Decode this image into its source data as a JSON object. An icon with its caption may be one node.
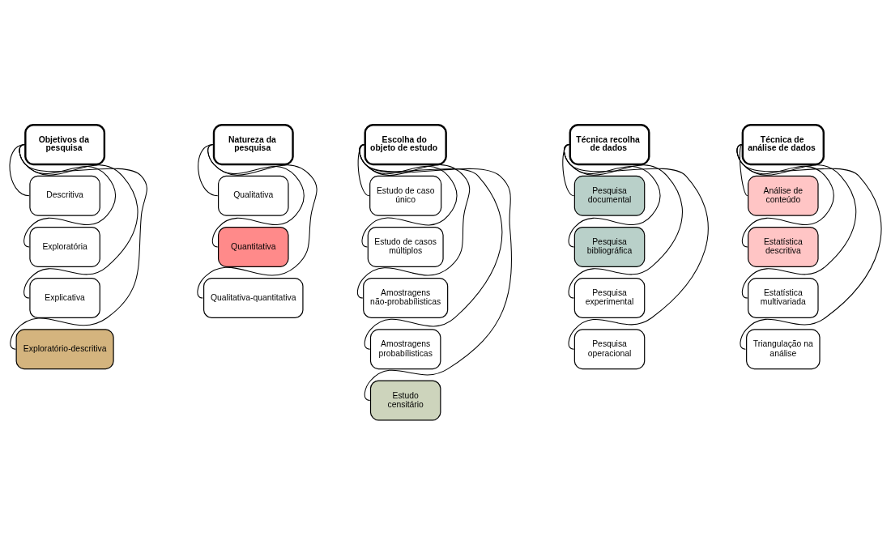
{
  "diagram": {
    "nodes": [
      {
        "text": [
          "Objetivos da pesquisa"
        ]
      },
      {
        "text": [
          "Descritiva"
        ]
      },
      {
        "text": [
          "Exploratória"
        ]
      },
      {
        "text": [
          "Explicativa"
        ]
      },
      {
        "text": [
          "Exploratório-descritiva"
        ]
      },
      {
        "text": [
          "Natureza da pesquisa"
        ]
      },
      {
        "text": [
          "Qualitativa"
        ]
      },
      {
        "text": [
          "Quantitativa"
        ]
      },
      {
        "text": [
          "Qualitativa-quantitativa"
        ]
      },
      {
        "text": [
          "Escolha do objeto de estudo"
        ]
      },
      {
        "text": [
          "Estudo de caso único"
        ]
      },
      {
        "text": [
          "Estudo de casos múltiplos"
        ]
      },
      {
        "text": [
          "Amostragens não-probabílisticas"
        ]
      },
      {
        "text": [
          "Amostragens probabílisticas"
        ]
      },
      {
        "text": [
          "Estudo censitário"
        ]
      },
      {
        "text": [
          "Técnica recolha de dados"
        ]
      },
      {
        "text": [
          "Pesquisa documental"
        ]
      },
      {
        "text": [
          "Pesquisa bibliográfica"
        ]
      },
      {
        "text": [
          "Pesquisa experimental"
        ]
      },
      {
        "text": [
          "Pesquisa operacional"
        ]
      },
      {
        "text": [
          "Técnica de análise de dados"
        ]
      },
      {
        "text": [
          "Análise de conteúdo"
        ]
      },
      {
        "text": [
          "Estatística descritiva"
        ]
      },
      {
        "text": [
          "Estatística multivariada"
        ]
      },
      {
        "text": [
          "Triangulação na análise"
        ]
      }
    ],
    "edges": [
      {
        "from": 0,
        "to": 1,
        "arrow": "none"
      },
      {
        "from": 0,
        "to": 2,
        "arrow": "none"
      },
      {
        "from": 0,
        "to": 3,
        "arrow": "none"
      },
      {
        "from": 0,
        "to": 4,
        "arrow": "none"
      },
      {
        "from": 5,
        "to": 6,
        "arrow": "none"
      },
      {
        "from": 5,
        "to": 7,
        "arrow": "none"
      },
      {
        "from": 5,
        "to": 8,
        "arrow": "none"
      },
      {
        "from": 9,
        "to": 10,
        "arrow": "none"
      },
      {
        "from": 9,
        "to": 11,
        "arrow": "none"
      },
      {
        "from": 9,
        "to": 12,
        "arrow": "none"
      },
      {
        "from": 9,
        "to": 13,
        "arrow": "none"
      },
      {
        "from": 9,
        "to": 14,
        "arrow": "none"
      },
      {
        "from": 15,
        "to": 16,
        "arrow": "none"
      },
      {
        "from": 15,
        "to": 17,
        "arrow": "none"
      },
      {
        "from": 15,
        "to": 18,
        "arrow": "none"
      },
      {
        "from": 15,
        "to": 19,
        "arrow": "none"
      },
      {
        "from": 20,
        "to": 21,
        "arrow": "none"
      },
      {
        "from": 20,
        "to": 22,
        "arrow": "none"
      },
      {
        "from": 20,
        "to": 23,
        "arrow": "none"
      },
      {
        "from": 20,
        "to": 24,
        "arrow": "none"
      }
    ]
  }
}
